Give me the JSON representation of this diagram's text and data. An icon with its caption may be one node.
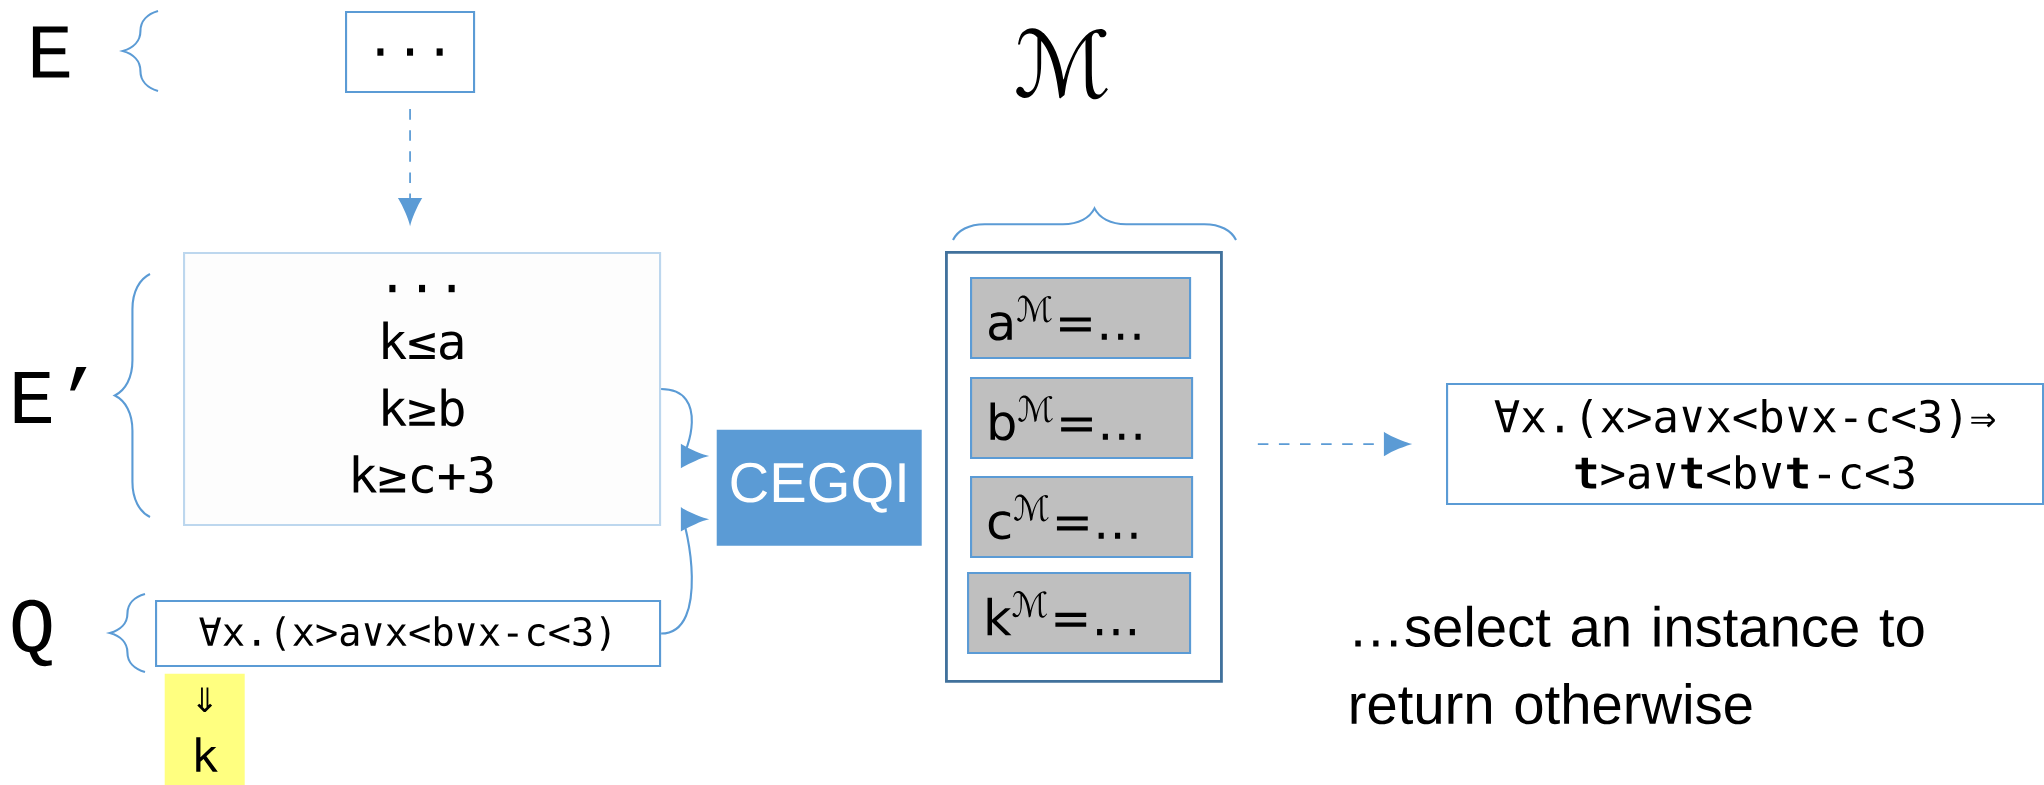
{
  "diagram": {
    "nodes": [
      {
        "text": [
          "..."
        ]
      },
      {
        "text": [
          "...",
          "k≤a",
          "k≥b",
          "k≥c+3"
        ]
      },
      {
        "text": [
          "∀x.(x>a∨x<b∨x-c<3)"
        ]
      },
      {
        "text": [
          "⇓",
          "k"
        ]
      },
      {
        "text": [
          "CEGQI"
        ]
      },
      {
        "text": [
          "ℳ"
        ]
      },
      {
        "text": [
          "a$^{ℳ}$=…"
        ],
        "in": 5
      },
      {
        "text": [
          "b$^{ℳ}$=…"
        ],
        "in": 5
      },
      {
        "text": [
          "c$^{ℳ}$=…"
        ],
        "in": 5
      },
      {
        "text": [
          "k$^{ℳ}$=…"
        ],
        "in": 5
      },
      {
        "text": [
          "∀x.(x>a∨x<b∨x-c<3)⇒",
          "**t**>a∨**t**<b∨**t**-c<3"
        ]
      }
    ],
    "edges": [
      {
        "from": 0,
        "to": 1,
        "arrow": "to",
        "style": "dashed"
      },
      {
        "from": 1,
        "to": 4,
        "arrow": "to"
      },
      {
        "from": 2,
        "to": 4,
        "arrow": "to"
      },
      {
        "from": 5,
        "to": 10,
        "arrow": "to",
        "style": "dashed"
      }
    ],
    "labels": [
      "E",
      "E’",
      "Q",
      "…select an instance to return otherwise"
    ]
  }
}
